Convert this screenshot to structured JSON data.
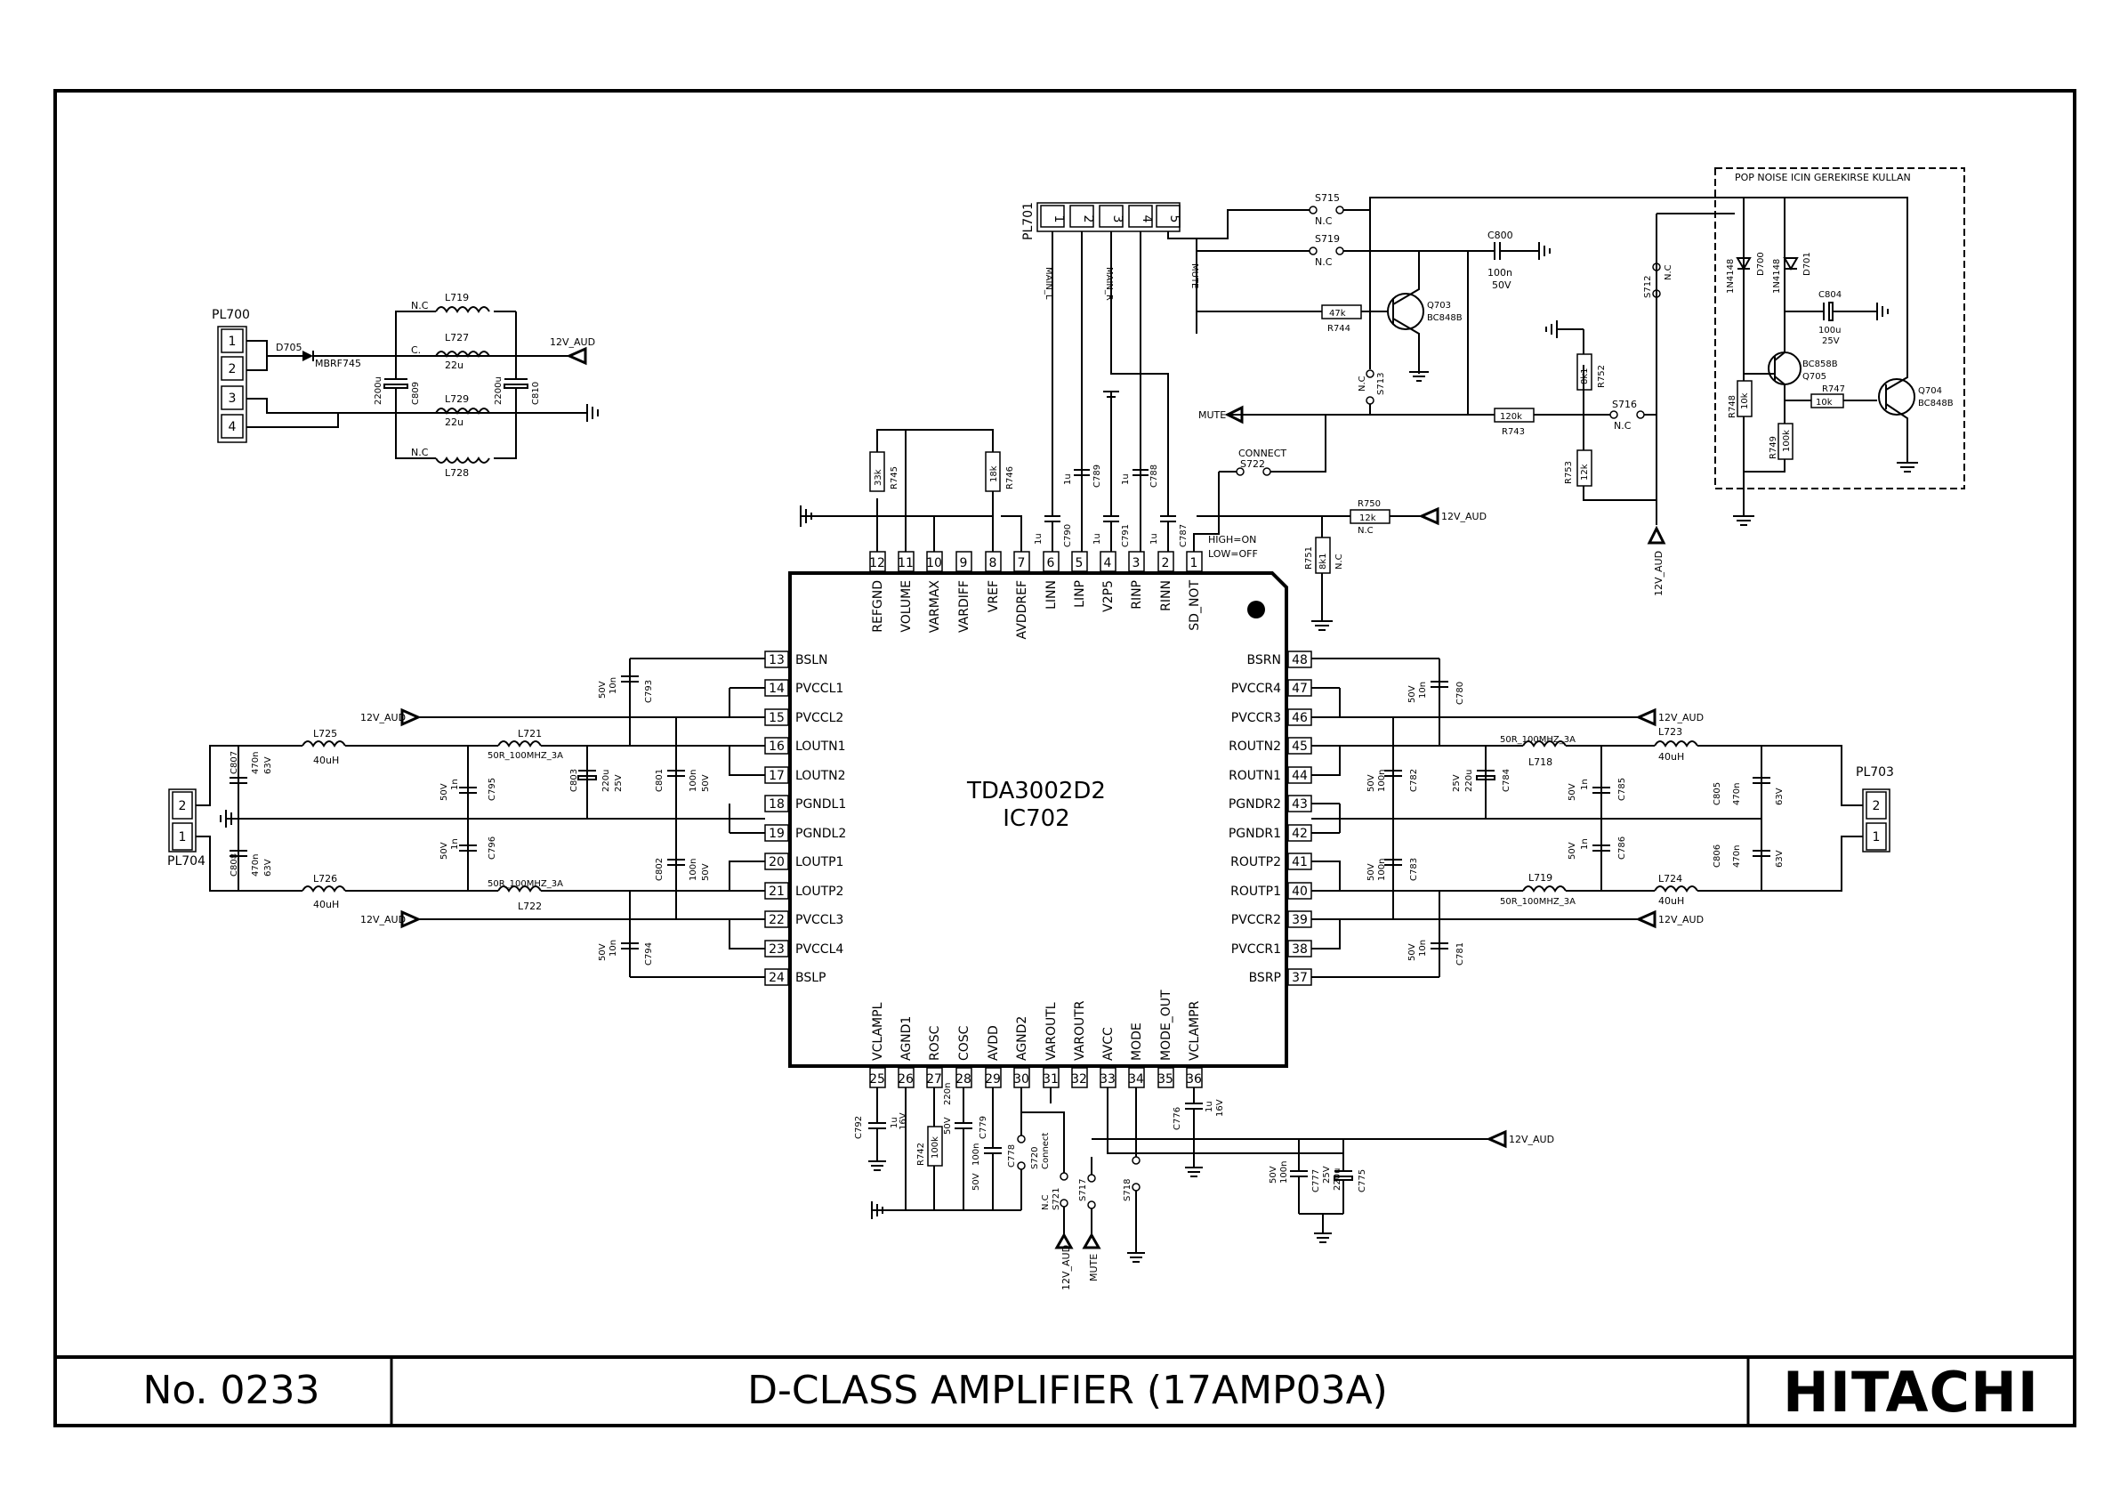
{
  "title_block": {
    "number": "No. 0233",
    "title": "D-CLASS AMPLIFIER (17AMP03A)",
    "brand": "HITACHI"
  },
  "ic": {
    "part": "TDA3002D2",
    "ref": "IC702",
    "top_pins": [
      {
        "n": "12",
        "name": "REFGND"
      },
      {
        "n": "11",
        "name": "VOLUME"
      },
      {
        "n": "10",
        "name": "VARMAX"
      },
      {
        "n": "9",
        "name": "VARDIFF"
      },
      {
        "n": "8",
        "name": "VREF"
      },
      {
        "n": "7",
        "name": "AVDDREF"
      },
      {
        "n": "6",
        "name": "LINN"
      },
      {
        "n": "5",
        "name": "LINP"
      },
      {
        "n": "4",
        "name": "V2P5"
      },
      {
        "n": "3",
        "name": "RINP"
      },
      {
        "n": "2",
        "name": "RINN"
      },
      {
        "n": "1",
        "name": "SD_NOT"
      }
    ],
    "left_pins": [
      {
        "n": "13",
        "name": "BSLN"
      },
      {
        "n": "14",
        "name": "PVCCL1"
      },
      {
        "n": "15",
        "name": "PVCCL2"
      },
      {
        "n": "16",
        "name": "LOUTN1"
      },
      {
        "n": "17",
        "name": "LOUTN2"
      },
      {
        "n": "18",
        "name": "PGNDL1"
      },
      {
        "n": "19",
        "name": "PGNDL2"
      },
      {
        "n": "20",
        "name": "LOUTP1"
      },
      {
        "n": "21",
        "name": "LOUTP2"
      },
      {
        "n": "22",
        "name": "PVCCL3"
      },
      {
        "n": "23",
        "name": "PVCCL4"
      },
      {
        "n": "24",
        "name": "BSLP"
      }
    ],
    "right_pins": [
      {
        "n": "48",
        "name": "BSRN"
      },
      {
        "n": "47",
        "name": "PVCCR4"
      },
      {
        "n": "46",
        "name": "PVCCR3"
      },
      {
        "n": "45",
        "name": "ROUTN2"
      },
      {
        "n": "44",
        "name": "ROUTN1"
      },
      {
        "n": "43",
        "name": "PGNDR2"
      },
      {
        "n": "42",
        "name": "PGNDR1"
      },
      {
        "n": "41",
        "name": "ROUTP2"
      },
      {
        "n": "40",
        "name": "ROUTP1"
      },
      {
        "n": "39",
        "name": "PVCCR2"
      },
      {
        "n": "38",
        "name": "PVCCR1"
      },
      {
        "n": "37",
        "name": "BSRP"
      }
    ],
    "bottom_pins": [
      {
        "n": "25",
        "name": "VCLAMPL"
      },
      {
        "n": "26",
        "name": "AGND1"
      },
      {
        "n": "27",
        "name": "ROSC"
      },
      {
        "n": "28",
        "name": "COSC"
      },
      {
        "n": "29",
        "name": "AVDD"
      },
      {
        "n": "30",
        "name": "AGND2"
      },
      {
        "n": "31",
        "name": "VAROUTL"
      },
      {
        "n": "32",
        "name": "VAROUTR"
      },
      {
        "n": "33",
        "name": "AVCC"
      },
      {
        "n": "34",
        "name": "MODE"
      },
      {
        "n": "35",
        "name": "MODE_OUT"
      },
      {
        "n": "36",
        "name": "VCLAMPR"
      }
    ]
  },
  "connectors": {
    "pl700": {
      "ref": "PL700",
      "pins": [
        "1",
        "2",
        "3",
        "4"
      ]
    },
    "pl701": {
      "ref": "PL701",
      "pins": [
        "1",
        "2",
        "3",
        "4",
        "5"
      ]
    },
    "pl703": {
      "ref": "PL703",
      "pins": [
        "2",
        "1"
      ]
    },
    "pl704": {
      "ref": "PL704",
      "pins": [
        "2",
        "1"
      ]
    }
  },
  "labels": {
    "d705": "D705",
    "d705_part": "MBRF745",
    "l719": "L719",
    "l727": "L727",
    "l729": "L729",
    "l728": "L728",
    "u22a": "22u",
    "u22b": "22u",
    "nc": "N.C",
    "c_lbl": "C.",
    "c809": "C809",
    "c810": "C810",
    "u2200a": "2200u",
    "u2200b": "2200u",
    "v12aud": "12V_AUD",
    "mute": "MUTE",
    "s715": "S715",
    "s719": "S719",
    "c800": "C800",
    "c800_v": "100n",
    "c800_r": "50V",
    "r744": "R744",
    "r744_v": "47k",
    "q703": "Q703",
    "q703_p": "BC848B",
    "s713": "S713",
    "r743": "R743",
    "r743_v": "120k",
    "s716": "S716",
    "r752": "R752",
    "r752_v": "8k1",
    "r753": "R753",
    "r753_v": "12k",
    "s712": "S712",
    "connect": "CONNECT",
    "s722": "S722",
    "r750": "R750",
    "r750_v": "12k",
    "r751": "R751",
    "r751_v": "8k1",
    "high_on": "HIGH=ON",
    "low_off": "LOW=OFF",
    "main_l": "MAIN_L",
    "main_r": "MAIN_R",
    "mute_v": "MUTE",
    "r745": "R745",
    "r745_v": "33k",
    "r746": "R746",
    "r746_v": "18k",
    "c790": "C790",
    "c789": "C789",
    "c791": "C791",
    "c788": "C788",
    "c787": "C787",
    "u1": "1u",
    "pop_title": "POP NOISE ICIN GEREKIRSE KULLAN",
    "d700": "D700",
    "d701": "D701",
    "n4148": "1N4148",
    "c804": "C804",
    "c804_v": "100u",
    "c804_r": "25V",
    "q705": "Q705",
    "q705_p": "BC858B",
    "q704": "Q704",
    "q704_p": "BC848B",
    "r747": "R747",
    "r747_v": "10k",
    "r748": "R748",
    "r748_v": "10k",
    "r749": "R749",
    "r749_v": "100k",
    "l725": "L725",
    "l726": "L726",
    "l721": "L721",
    "l722": "L722",
    "uh40": "40uH",
    "ferrite": "50R_100MHZ_3A",
    "c807": "C807",
    "c808": "C808",
    "n470": "470n",
    "v63": "63V",
    "c795": "C795",
    "c796": "C796",
    "n1": "1n",
    "v50": "50V",
    "c803": "C803",
    "u220": "220u",
    "v25": "25V",
    "c801": "C801",
    "c802": "C802",
    "n100": "100n",
    "c793": "C793",
    "c794": "C794",
    "n10": "10n",
    "l723": "L723",
    "l724": "L724",
    "l718": "L718",
    "l719b": "L719",
    "c780": "C780",
    "c781": "C781",
    "c782": "C782",
    "c783": "C783",
    "c784": "C784",
    "c785": "C785",
    "c786": "C786",
    "c805": "C805",
    "c806": "C806",
    "c792": "C792",
    "r742": "R742",
    "r742_v": "100k",
    "c779": "C779",
    "c778": "C778",
    "c776": "C776",
    "c777": "C777",
    "c775": "C775",
    "n220": "220n",
    "v16": "16V",
    "u220b": "220u",
    "s720": "S720",
    "s720c": "Connect",
    "s721": "S721",
    "s717": "S717",
    "s718": "S718"
  }
}
